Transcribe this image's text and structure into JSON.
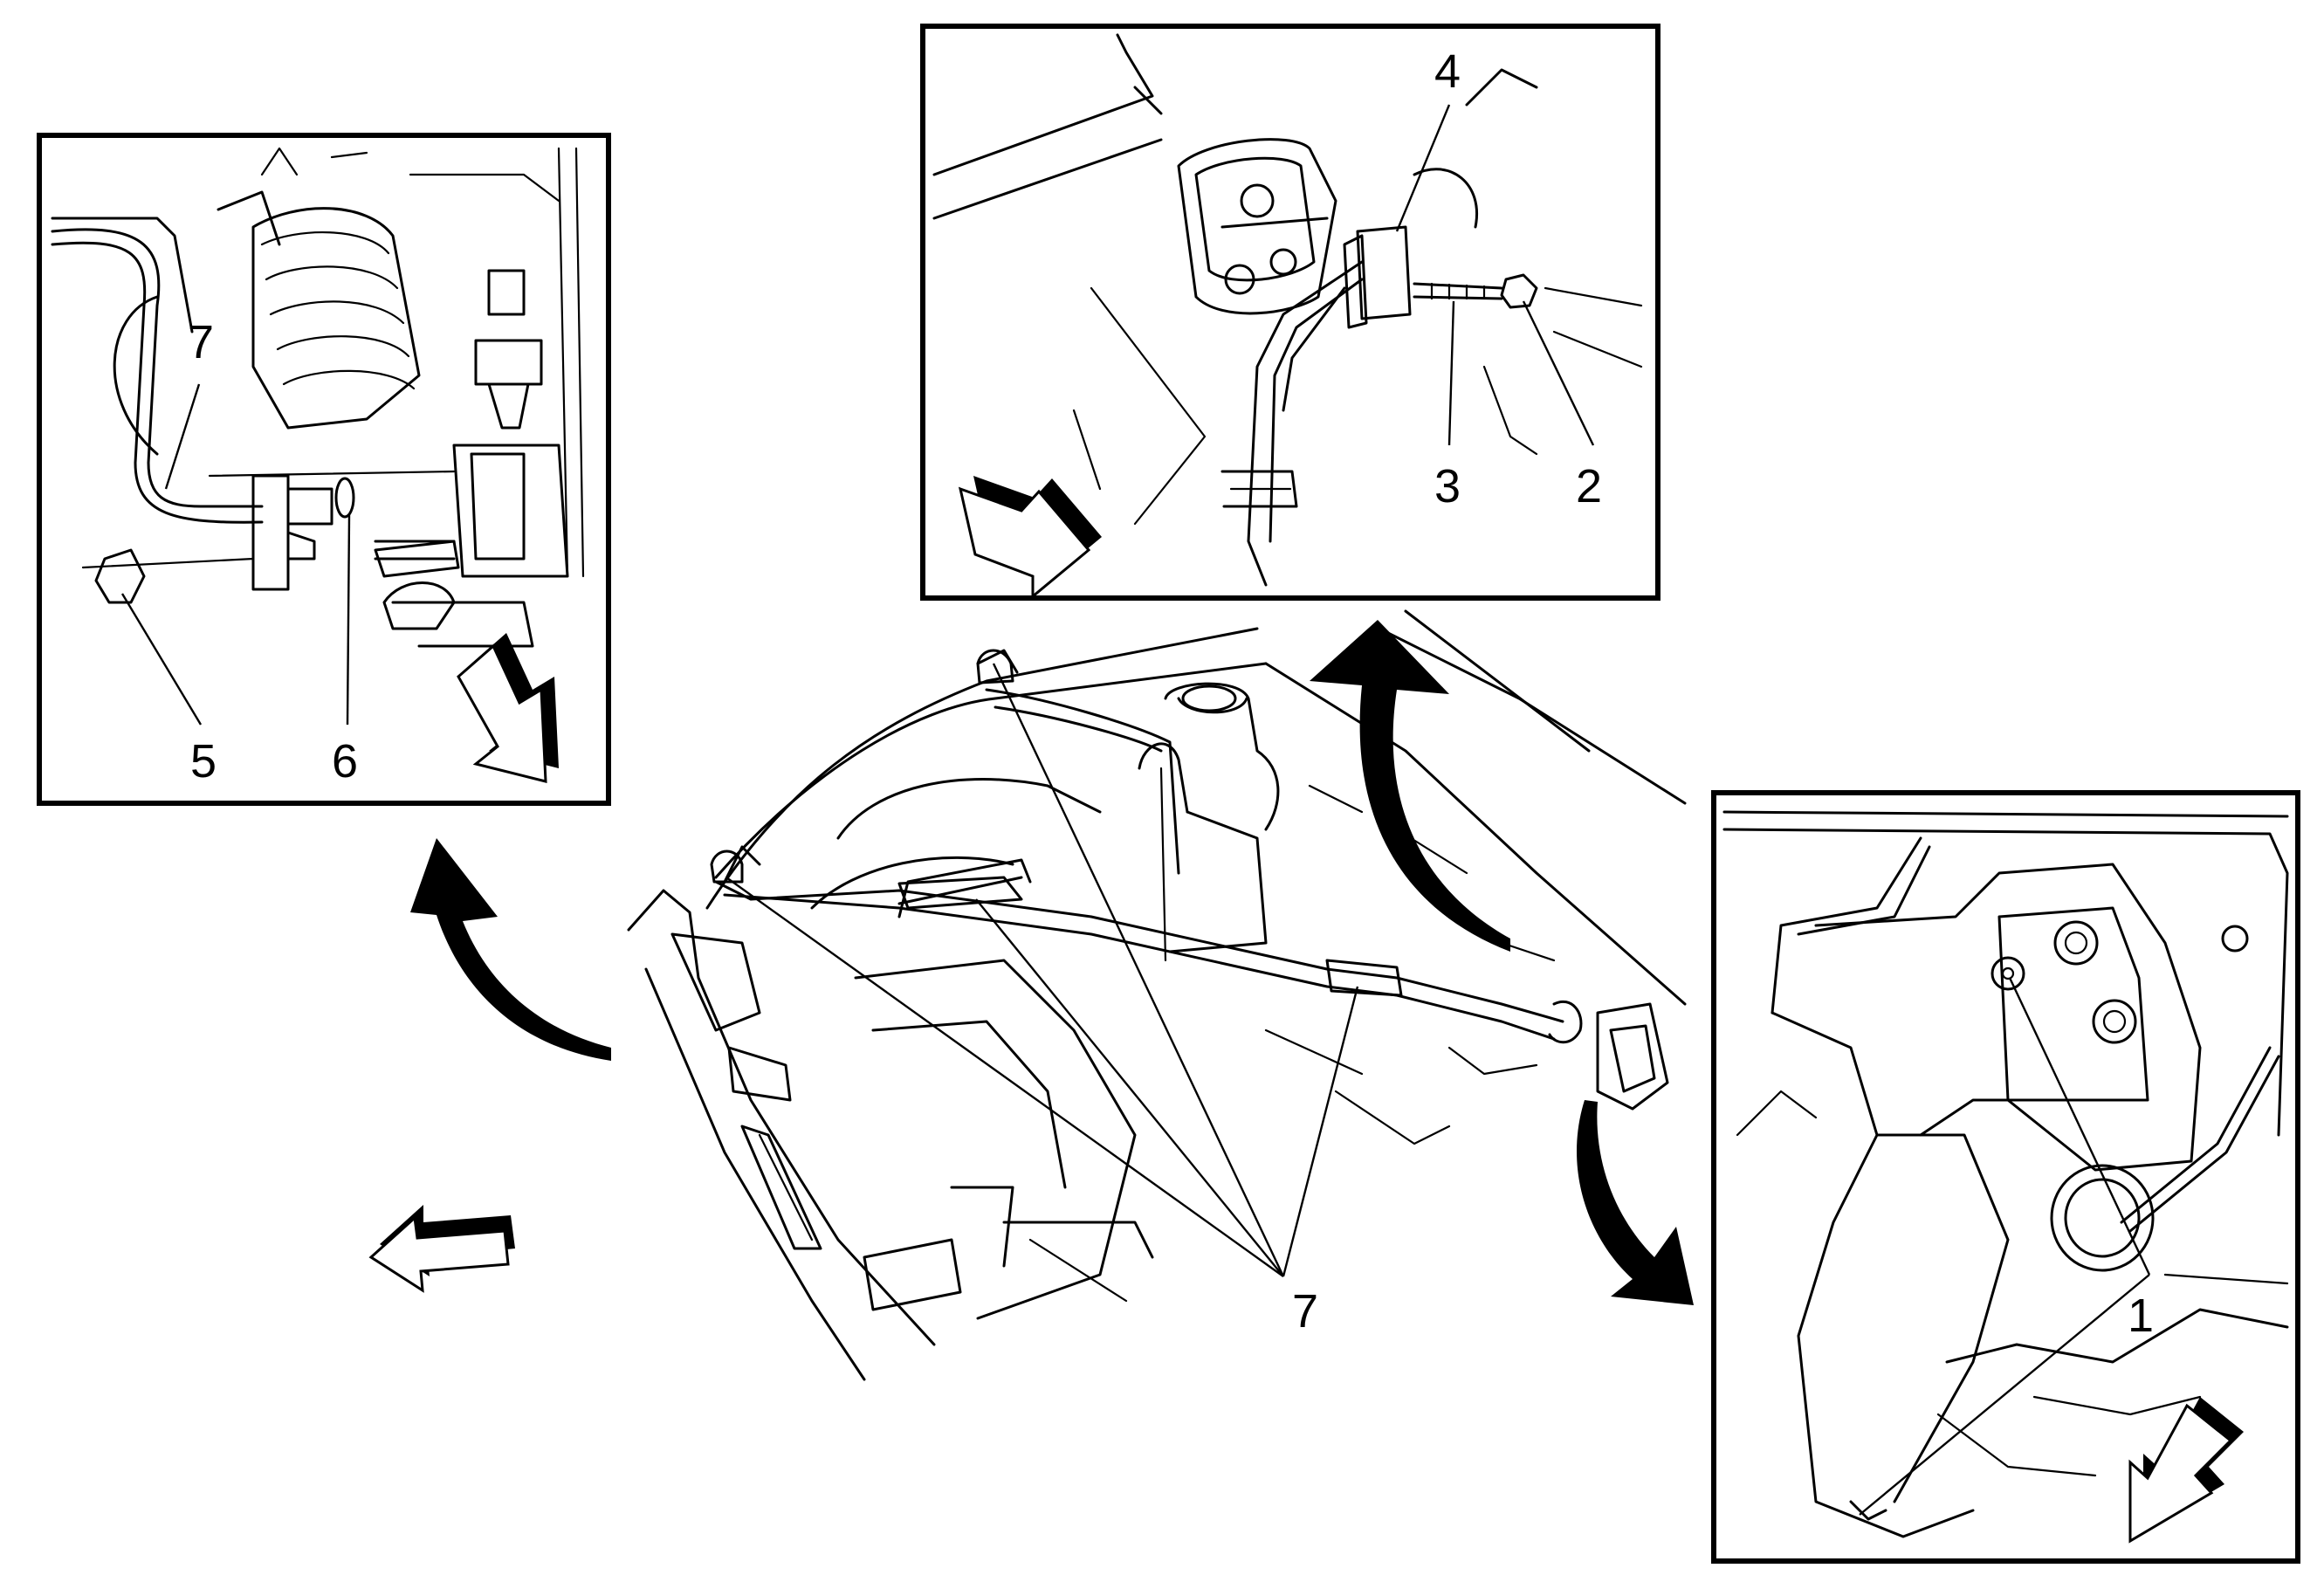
{
  "figure": {
    "callouts": {
      "c1": "1",
      "c2": "2",
      "c3": "3",
      "c4": "4",
      "c5": "5",
      "c6": "6",
      "c7_detail": "7",
      "c7_main": "7"
    }
  }
}
